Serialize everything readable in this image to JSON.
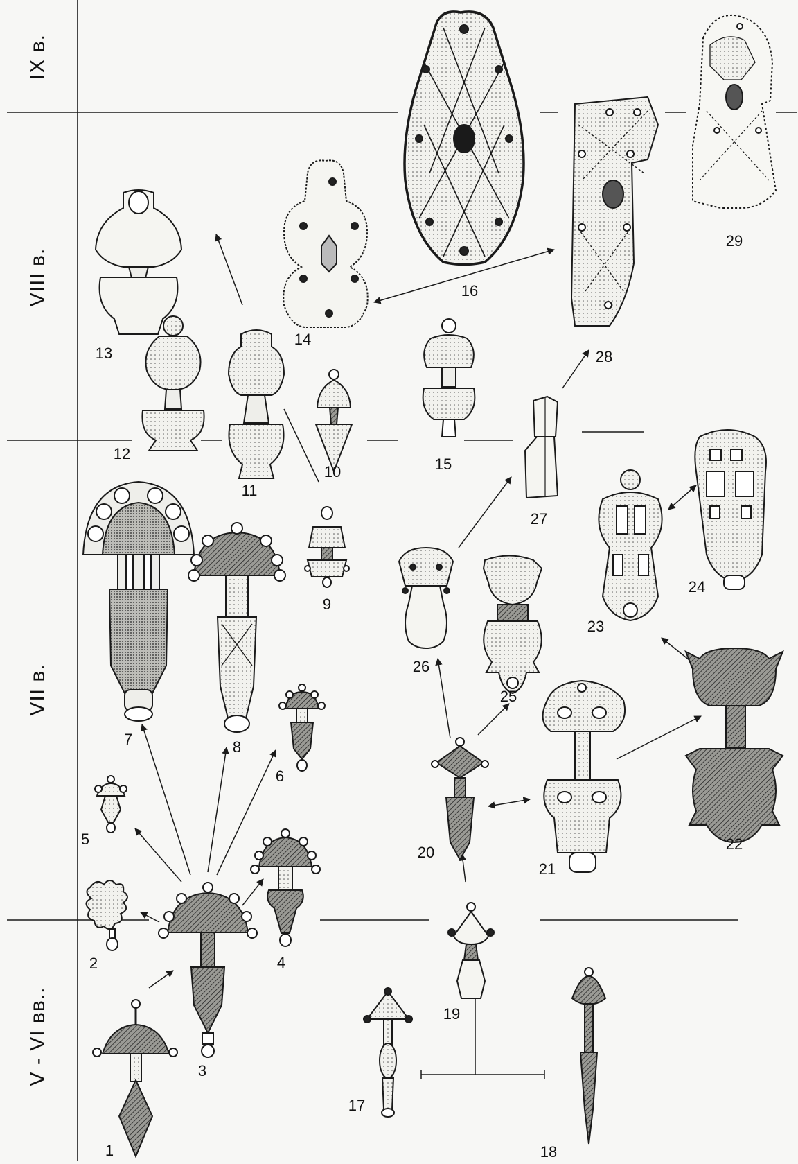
{
  "periods": {
    "p9": "IX в.",
    "p8": "VIII в.",
    "p7": "VII в.",
    "p56": "V - VI вв.."
  },
  "figure_labels": [
    "1",
    "2",
    "3",
    "4",
    "5",
    "6",
    "7",
    "8",
    "9",
    "10",
    "11",
    "12",
    "13",
    "14",
    "15",
    "16",
    "17",
    "18",
    "19",
    "20",
    "21",
    "22",
    "23",
    "24",
    "25",
    "26",
    "27",
    "28",
    "29"
  ],
  "colors": {
    "ink": "#1a1a1a",
    "paper": "#f7f7f5",
    "fill": "#e9e9e5",
    "dark": "#3a3a3a"
  }
}
